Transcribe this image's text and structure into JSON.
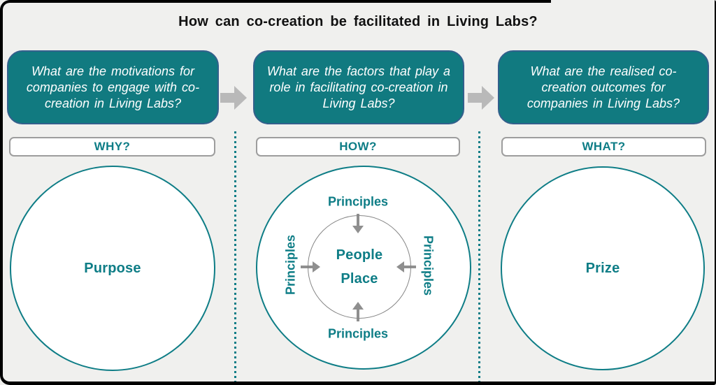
{
  "title": "How can co-creation be facilitated in Living Labs?",
  "colors": {
    "canvas_bg": "#f0f0ee",
    "teal_fill": "#117a80",
    "teal_text": "#0e7d86",
    "box_border": "#33608c",
    "big_arrow": "#b9b9b9",
    "small_arrow": "#8f8f8f",
    "label_border": "#9d9d9d",
    "inner_border": "#868686"
  },
  "icons": {
    "flow_arrow": "right-block-arrow",
    "principle_arrow_top": "arrow-down",
    "principle_arrow_left": "arrow-right",
    "principle_arrow_right": "arrow-left",
    "principle_arrow_bottom": "arrow-up"
  },
  "columns": [
    {
      "label": "WHY?",
      "question": {
        "line1": "What are the motivations for",
        "line2": "companies to engage with co-",
        "line3": "creation in Living Labs?"
      },
      "circle": {
        "text": "Purpose"
      }
    },
    {
      "label": "HOW?",
      "question": {
        "line1": "What are the factors that play a",
        "line2": "role in facilitating co-creation in",
        "line3": "Living Labs?"
      },
      "circle": {
        "inner": {
          "line1": "People",
          "line2": "Place"
        },
        "principles": {
          "top": "Principles",
          "right": "Principles",
          "bottom": "Principles",
          "left": "Principles"
        }
      }
    },
    {
      "label": "WHAT?",
      "question": {
        "line1": "What are the realised co-",
        "line2": "creation outcomes for",
        "line3": "companies in Living Labs?"
      },
      "circle": {
        "text": "Prize"
      }
    }
  ]
}
